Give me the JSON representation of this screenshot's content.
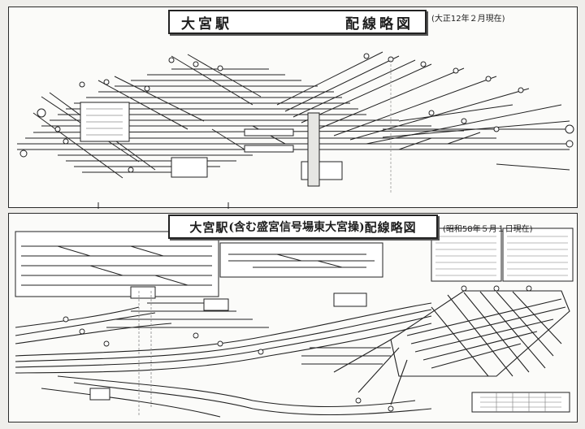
{
  "top_diagram": {
    "station_name": "大宮駅",
    "title_suffix": "配線略図",
    "date_note": "(大正12年２月現在)"
  },
  "bottom_diagram": {
    "station_name": "大宮駅",
    "title_paren": "(含む盛宮信号場東大宮操)",
    "title_suffix": "配線略図",
    "date_note": "(昭和58年５月１日現在)"
  },
  "colors": {
    "ink": "#1d1d1d",
    "paper": "#fbfbf9",
    "background": "#efeeeb"
  }
}
